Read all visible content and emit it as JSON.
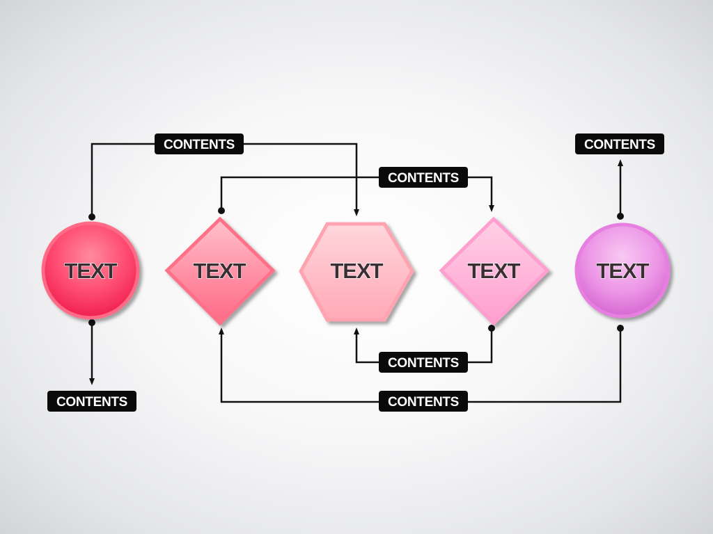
{
  "nodes": [
    {
      "id": "circle-left",
      "shape": "circle",
      "label": "TEXT",
      "color": "#ff3f66"
    },
    {
      "id": "diamond-left",
      "shape": "diamond",
      "label": "TEXT",
      "color": "#ff6f89"
    },
    {
      "id": "hexagon-center",
      "shape": "hexagon",
      "label": "TEXT",
      "color": "#ffaab5"
    },
    {
      "id": "diamond-right",
      "shape": "diamond",
      "label": "TEXT",
      "color": "#ff8fc8"
    },
    {
      "id": "circle-right",
      "shape": "circle",
      "label": "TEXT",
      "color": "#e67fe0"
    }
  ],
  "labels": {
    "top_long": "CONTENTS",
    "top_mid": "CONTENTS",
    "top_right": "CONTENTS",
    "bottom_left": "CONTENTS",
    "bottom_mid": "CONTENTS",
    "bottom_long": "CONTENTS"
  },
  "colors": {
    "label_bg": "#0a0a0a",
    "connector": "#111111"
  }
}
